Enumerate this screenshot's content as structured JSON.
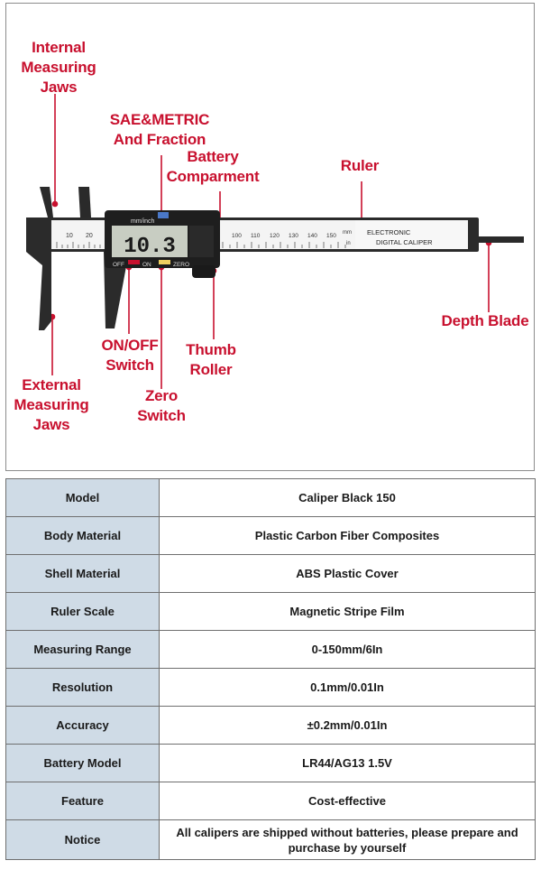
{
  "callouts": {
    "internal_jaws": "Internal\nMeasuring\nJaws",
    "sae_metric": "SAE&METRIC\nAnd Fraction",
    "battery": "Battery\nComparment",
    "ruler": "Ruler",
    "depth_blade": "Depth Blade",
    "on_off": "ON/OFF\nSwitch",
    "thumb_roller": "Thumb\nRoller",
    "zero_switch": "Zero\nSwitch",
    "external_jaws": "External\nMeasuring\nJaws"
  },
  "caliper": {
    "display_value": "10.3",
    "mode_label": "mm/inch",
    "off_label": "OFF",
    "on_label": "ON",
    "zero_label": "ZERO",
    "brand_line1": "ELECTRONIC",
    "brand_line2": "DIGITAL CALIPER",
    "unit_mm": "mm",
    "unit_in": "in",
    "scale_left": [
      "10",
      "20"
    ],
    "scale_main": [
      "100",
      "110",
      "120",
      "130",
      "140",
      "150"
    ]
  },
  "colors": {
    "callout": "#c8102e",
    "header_cell": "#cfdbe6",
    "body": "#1c1c1c"
  },
  "specs": [
    {
      "key": "Model",
      "value": "Caliper Black 150"
    },
    {
      "key": "Body Material",
      "value": "Plastic Carbon Fiber Composites"
    },
    {
      "key": "Shell Material",
      "value": "ABS Plastic Cover"
    },
    {
      "key": "Ruler Scale",
      "value": "Magnetic Stripe Film"
    },
    {
      "key": "Measuring Range",
      "value": "0-150mm/6In"
    },
    {
      "key": "Resolution",
      "value": "0.1mm/0.01In"
    },
    {
      "key": "Accuracy",
      "value": "±0.2mm/0.01In"
    },
    {
      "key": "Battery Model",
      "value": "LR44/AG13 1.5V"
    },
    {
      "key": "Feature",
      "value": "Cost-effective"
    },
    {
      "key": "Notice",
      "value": "All calipers are shipped without batteries, please prepare and purchase by yourself"
    }
  ]
}
